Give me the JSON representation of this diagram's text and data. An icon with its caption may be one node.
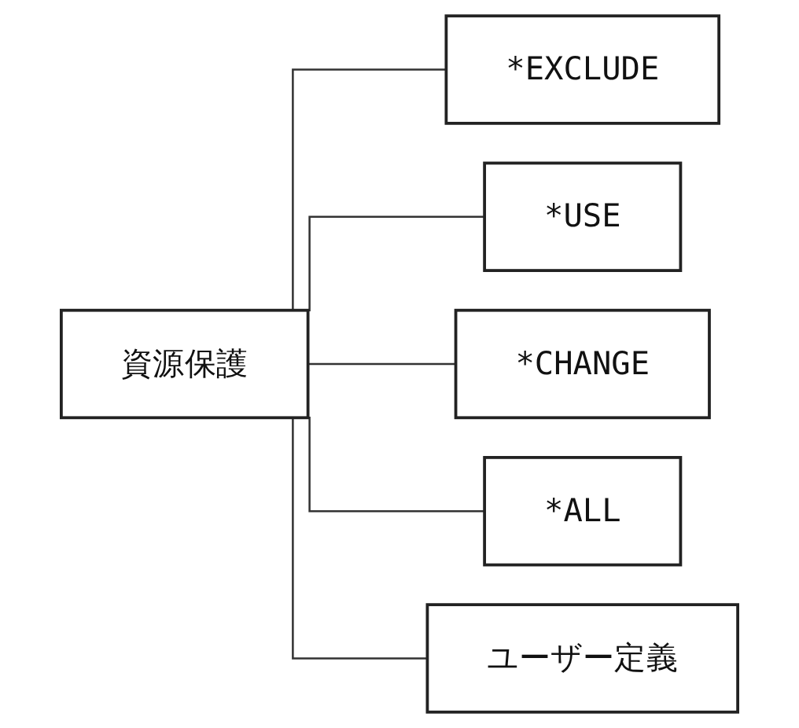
{
  "diagram": {
    "nodes": [
      {
        "text": [
          "資源保護"
        ]
      },
      {
        "text": [
          "*EXCLUDE"
        ]
      },
      {
        "text": [
          "*USE"
        ]
      },
      {
        "text": [
          "*CHANGE"
        ]
      },
      {
        "text": [
          "*ALL"
        ]
      },
      {
        "text": [
          "ユーザー定義"
        ]
      }
    ],
    "edges": [
      {
        "from": 0,
        "to": 1,
        "arrow": "none"
      },
      {
        "from": 0,
        "to": 2,
        "arrow": "none"
      },
      {
        "from": 0,
        "to": 3,
        "arrow": "none"
      },
      {
        "from": 0,
        "to": 4,
        "arrow": "none"
      },
      {
        "from": 0,
        "to": 5,
        "arrow": "none"
      }
    ]
  }
}
